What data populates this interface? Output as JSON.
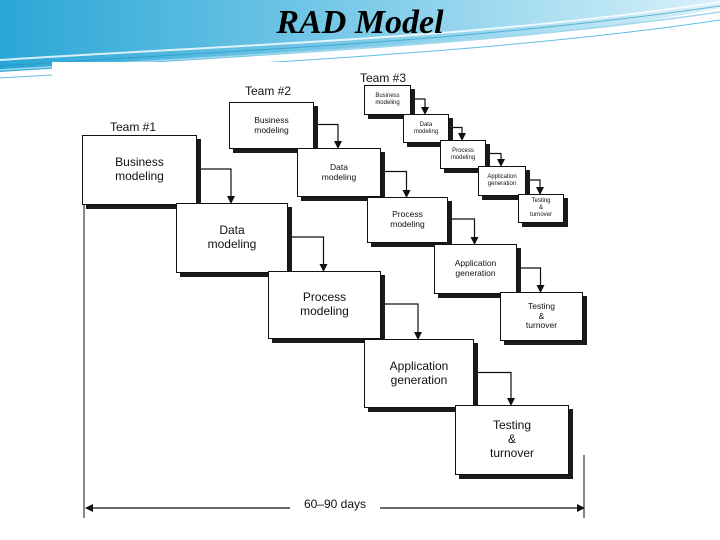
{
  "slide": {
    "title": "RAD Model"
  },
  "teams": [
    {
      "label": "Team #1",
      "phases": [
        "Business\nmodeling",
        "Data\nmodeling",
        "Process\nmodeling",
        "Application\ngeneration",
        "Testing\n&\nturnover"
      ]
    },
    {
      "label": "Team #2",
      "phases": [
        "Business\nmodeling",
        "Data\nmodeling",
        "Process\nmodeling",
        "Application\ngeneration",
        "Testing\n&\nturnover"
      ]
    },
    {
      "label": "Team #3",
      "phases": [
        "Business\nmodeling",
        "Data\nmodeling",
        "Process\nmodeling",
        "Application\ngeneration",
        "Testing\n&\nturnover"
      ]
    }
  ],
  "timeline": {
    "label": "60–90 days"
  },
  "colors": {
    "wave": "#3fb2d8",
    "wave_light": "#bfe6f4",
    "box_border": "#111111",
    "shadow": "#1a1a1a"
  }
}
